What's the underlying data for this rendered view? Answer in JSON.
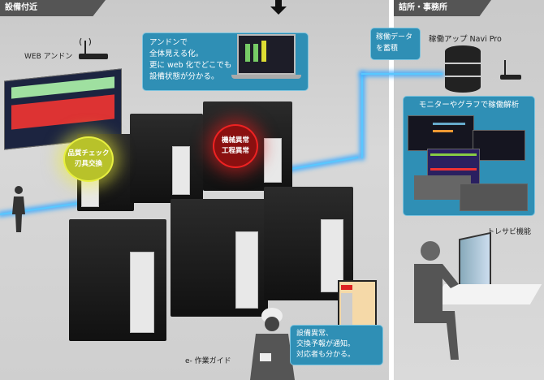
{
  "sections": {
    "left_tab": "設備付近",
    "right_tab": "詰所・事務所"
  },
  "labels": {
    "web_andon": "WEB アンドン",
    "navi_pro": "稼働アップ Navi Pro",
    "traceability": "トレサビ機能",
    "e_guide": "e- 作業ガイド"
  },
  "callouts": {
    "andon": [
      "アンドンで",
      "全体見える化。",
      "更に web 化でどこでも",
      "設備状態が分かる。"
    ],
    "data": [
      "稼働データ",
      "を蓄積"
    ],
    "analysis": "モニターやグラフで稼働解析",
    "notify": [
      "設備異常、",
      "交換予報が通知。",
      "対応者も分かる。"
    ]
  },
  "status_bubbles": {
    "yellow": [
      "品質チェック",
      "刃具交換"
    ],
    "red": [
      "機械異常",
      "工程異常"
    ]
  },
  "colors": {
    "callout": "#2f8fb5",
    "tab": "#555555",
    "network": "#58c8ff",
    "warning": "#e0e030",
    "alarm": "#cc1a1a"
  }
}
